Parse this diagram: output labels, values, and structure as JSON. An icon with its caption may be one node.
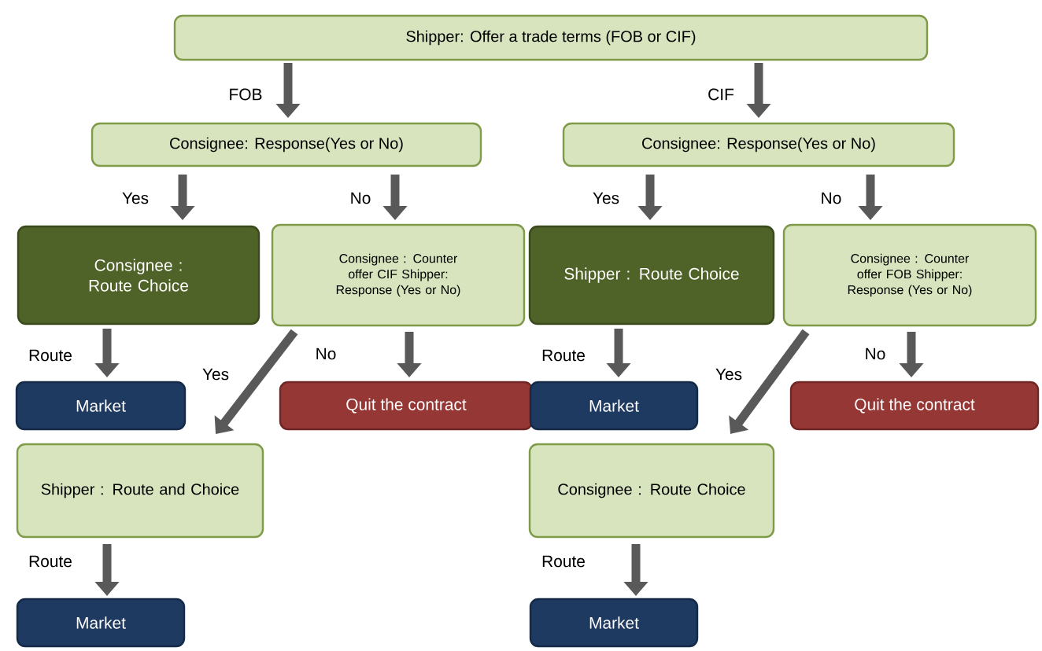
{
  "diagram": {
    "nodes": [
      {
        "text": [
          "Shipper: Offer a trade terms (FOB or CIF)"
        ]
      },
      {
        "text": [
          "Consignee: Response(Yes or No)"
        ]
      },
      {
        "text": [
          "Consignee: Response(Yes or No)"
        ]
      },
      {
        "text": [
          "Consignee : Route Choice"
        ]
      },
      {
        "text": [
          "Consignee : Counter offer CIF Shipper: Response (Yes or No)"
        ]
      },
      {
        "text": [
          "Shipper : Route Choice"
        ]
      },
      {
        "text": [
          "Consignee : Counter offer FOB Shipper: Response (Yes or No)"
        ]
      },
      {
        "text": [
          "Market"
        ]
      },
      {
        "text": [
          "Quit the contract"
        ]
      },
      {
        "text": [
          "Market"
        ]
      },
      {
        "text": [
          "Quit the contract"
        ]
      },
      {
        "text": [
          "Shipper : Route and Choice"
        ]
      },
      {
        "text": [
          "Consignee : Route Choice"
        ]
      },
      {
        "text": [
          "Market"
        ]
      },
      {
        "text": [
          "Market"
        ]
      }
    ],
    "edges": [
      {
        "from": 0,
        "to": 1,
        "arrow": "to",
        "label": "FOB"
      },
      {
        "from": 0,
        "to": 2,
        "arrow": "to",
        "label": "CIF"
      },
      {
        "from": 1,
        "to": 3,
        "arrow": "to",
        "label": "Yes"
      },
      {
        "from": 1,
        "to": 4,
        "arrow": "to",
        "label": "No"
      },
      {
        "from": 2,
        "to": 5,
        "arrow": "to",
        "label": "Yes"
      },
      {
        "from": 2,
        "to": 6,
        "arrow": "to",
        "label": "No"
      },
      {
        "from": 3,
        "to": 7,
        "arrow": "to",
        "label": "Route"
      },
      {
        "from": 4,
        "to": 8,
        "arrow": "to",
        "label": "No"
      },
      {
        "from": 4,
        "to": 11,
        "arrow": "to",
        "label": "Yes"
      },
      {
        "from": 5,
        "to": 9,
        "arrow": "to",
        "label": "Route"
      },
      {
        "from": 6,
        "to": 10,
        "arrow": "to",
        "label": "No"
      },
      {
        "from": 6,
        "to": 12,
        "arrow": "to",
        "label": "Yes"
      },
      {
        "from": 11,
        "to": 13,
        "arrow": "to",
        "label": "Route"
      },
      {
        "from": 12,
        "to": 14,
        "arrow": "to",
        "label": "Route"
      }
    ]
  }
}
